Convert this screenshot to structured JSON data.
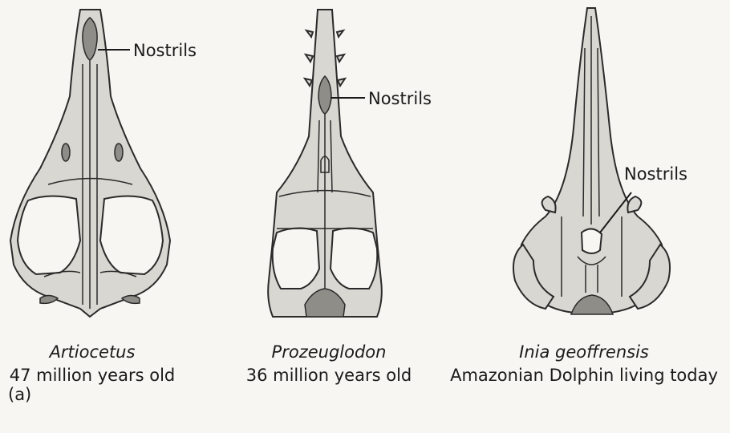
{
  "labels": {
    "nostrils": "Nostrils"
  },
  "species": [
    {
      "name": "Artiocetus",
      "age": "47 million years old"
    },
    {
      "name": "Prozeuglodon",
      "age": "36 million years old"
    },
    {
      "name": "Inia geoffrensis",
      "age": "Amazonian Dolphin living today"
    }
  ],
  "panel_label": "(a)",
  "colors": {
    "bone": "#d9d7d1",
    "outline": "#2a2a2a",
    "nostril": "#8f8d88",
    "background": "#f7f6f2"
  }
}
